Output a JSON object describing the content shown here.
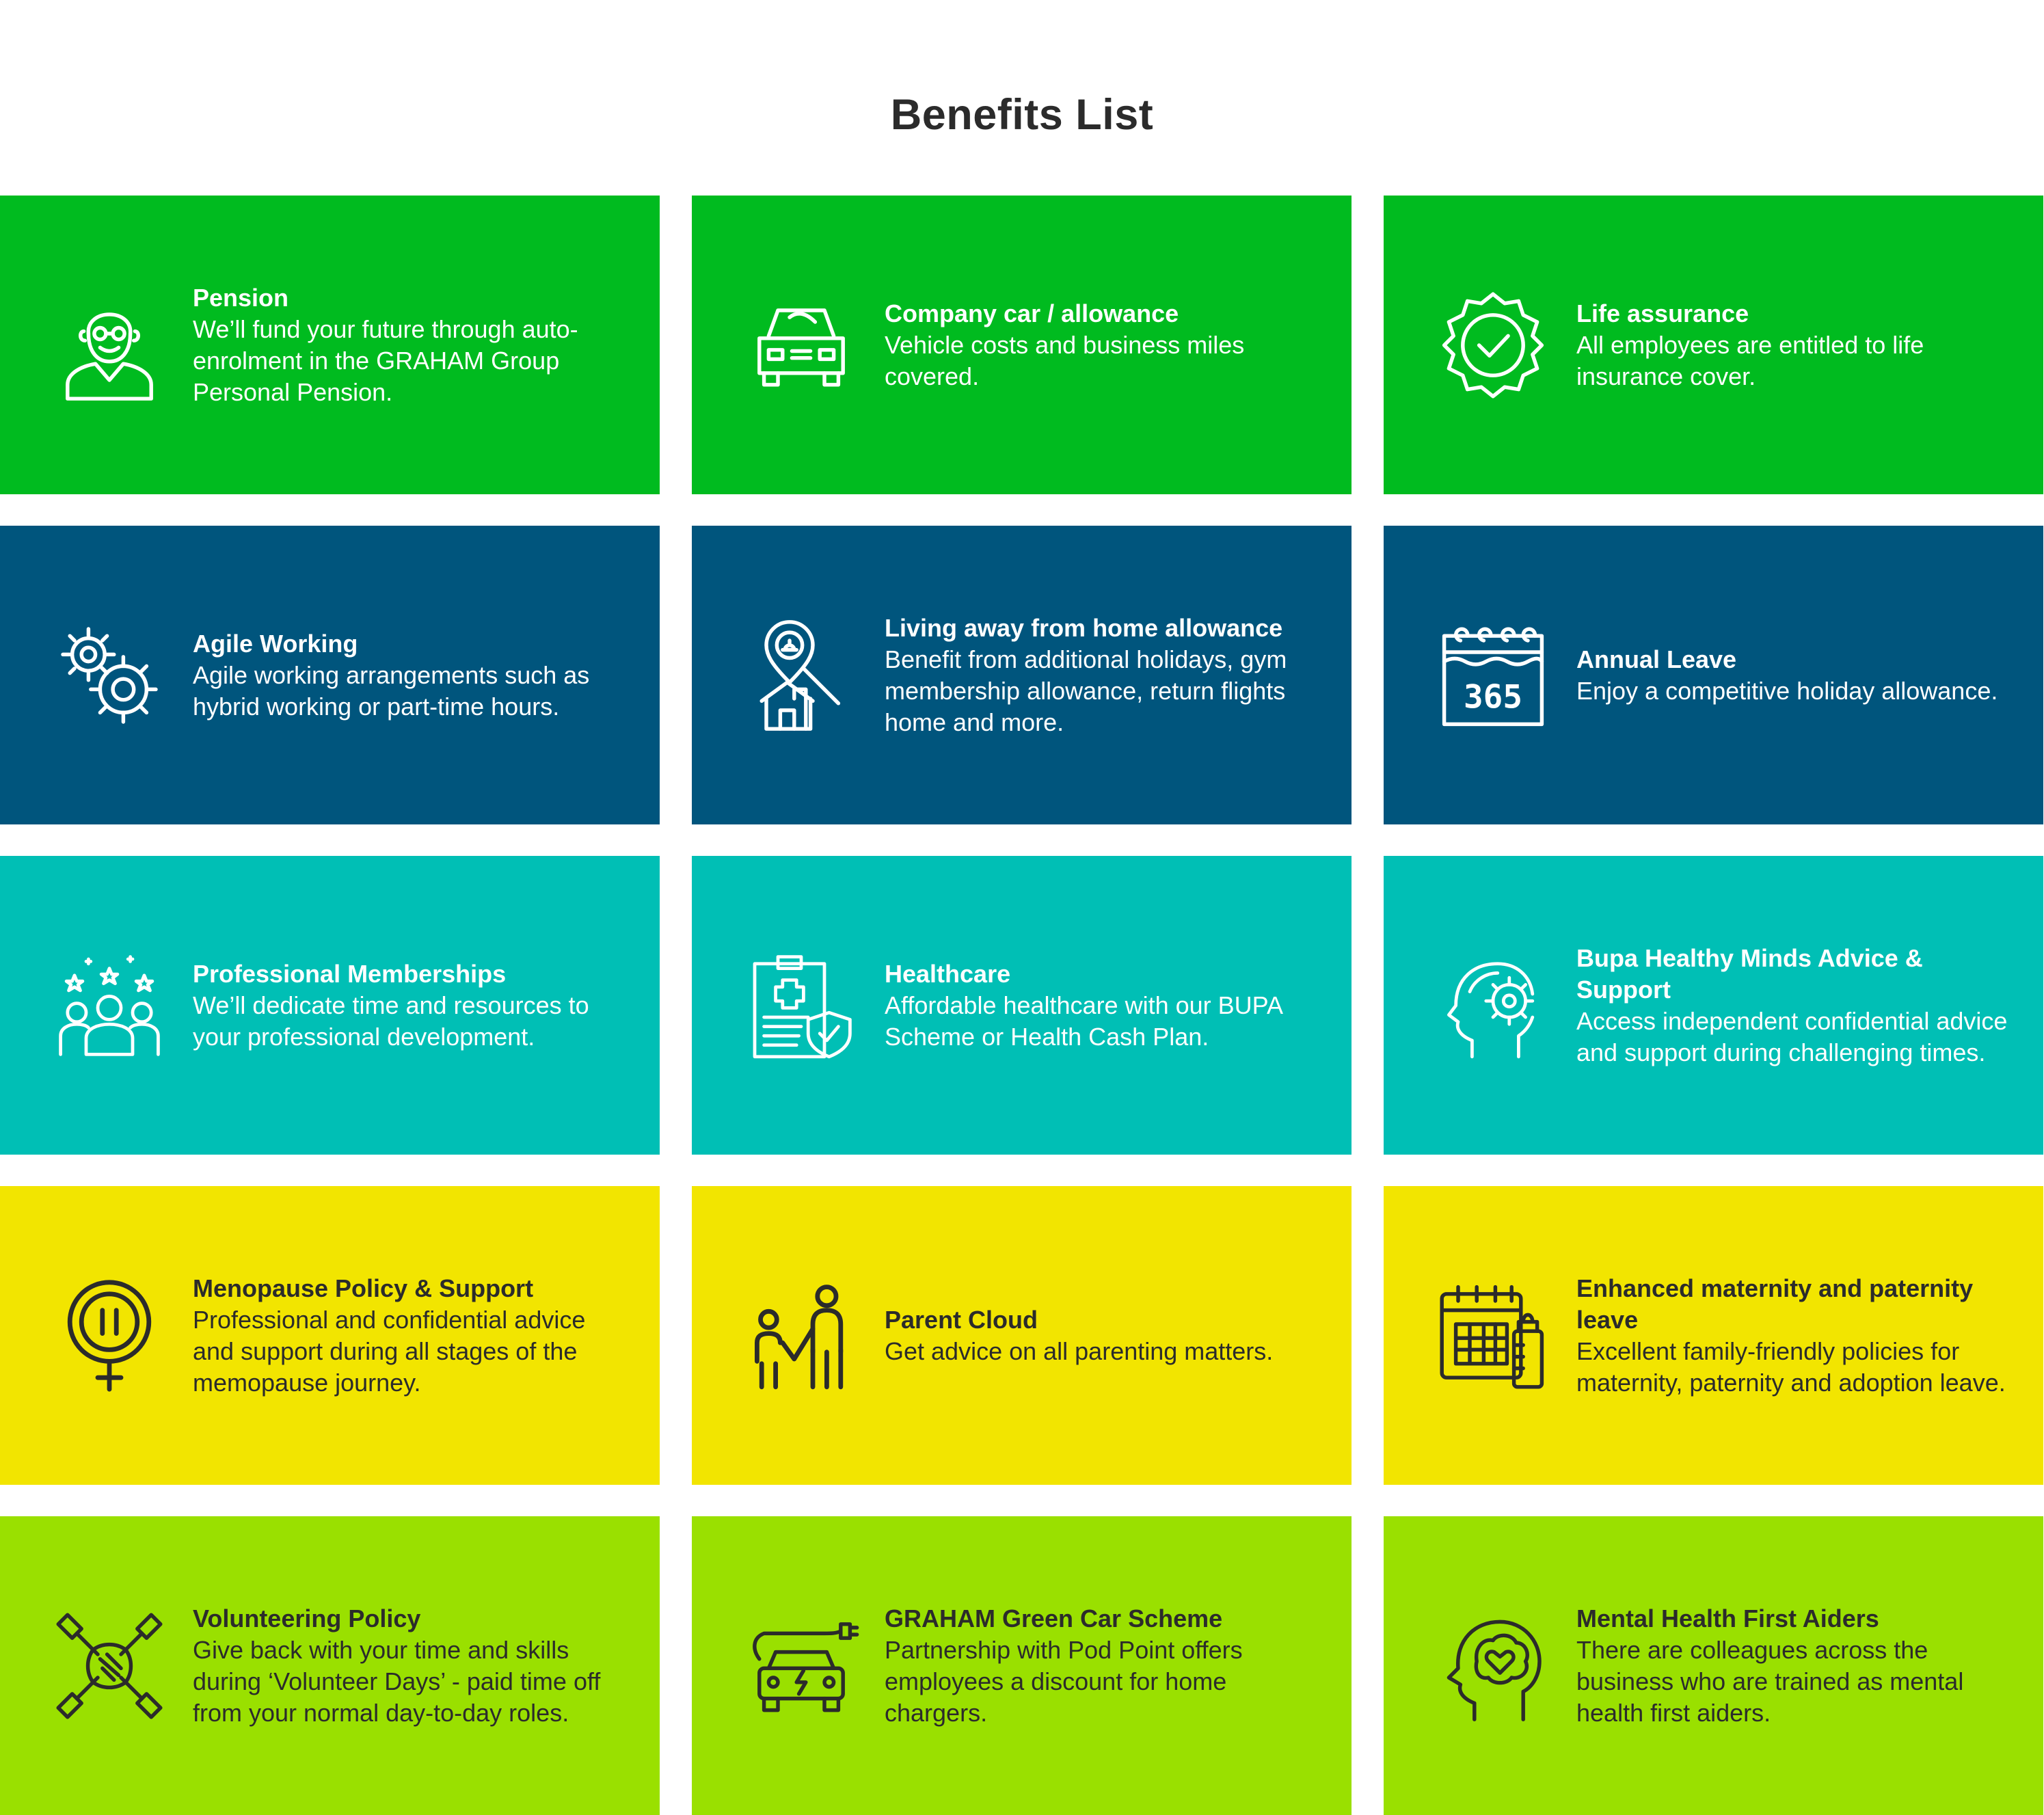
{
  "page": {
    "title": "Benefits List"
  },
  "colors": {
    "green": "#00bb1f",
    "navy": "#00557d",
    "teal": "#00bfb5",
    "yellow": "#f2e500",
    "lime": "#9ae000",
    "light_text": "#ffffff",
    "dark_text": "#2b2b2b"
  },
  "benefits": [
    {
      "icon": "elderly-person-icon",
      "title": "Pension",
      "desc": "We’ll fund your future through auto-enrolment in the GRAHAM Group Personal Pension."
    },
    {
      "icon": "car-icon",
      "title": "Company car / allowance",
      "desc": "Vehicle costs and business miles covered."
    },
    {
      "icon": "badge-check-icon",
      "title": "Life assurance",
      "desc": "All employees are entitled to life insurance cover."
    },
    {
      "icon": "gears-icon",
      "title": "Agile Working",
      "desc": "Agile working arrangements such as hybrid working or part-time hours."
    },
    {
      "icon": "location-house-icon",
      "title": "Living away from home allowance",
      "desc": "Benefit from additional holidays, gym membership allowance, return flights home and more."
    },
    {
      "icon": "calendar-365-icon",
      "title": "Annual Leave",
      "desc": "Enjoy a competitive holiday allowance.",
      "icon_text": "365"
    },
    {
      "icon": "team-stars-icon",
      "title": "Professional Memberships",
      "desc": "We’ll dedicate time and resources to your professional development."
    },
    {
      "icon": "medical-clipboard-shield-icon",
      "title": "Healthcare",
      "desc": "Affordable healthcare with our BUPA Scheme or Health Cash Plan."
    },
    {
      "icon": "head-gear-icon",
      "title": "Bupa Healthy Minds Advice & Support",
      "desc": "Access independent confidential advice and support during challenging times."
    },
    {
      "icon": "female-symbol-pause-icon",
      "title": "Menopause Policy & Support",
      "desc": "Professional and confidential advice and support during all stages of the memopause journey."
    },
    {
      "icon": "parent-child-icon",
      "title": "Parent Cloud",
      "desc": "Get advice on all parenting matters."
    },
    {
      "icon": "calendar-bottle-icon",
      "title": "Enhanced maternity and paternity leave",
      "desc": "Excellent family-friendly policies for maternity, paternity and adoption leave."
    },
    {
      "icon": "joined-hands-icon",
      "title": "Volunteering Policy",
      "desc": "Give back with your time and skills during ‘Volunteer Days’ - paid time off from your normal day-to-day roles."
    },
    {
      "icon": "electric-car-plug-icon",
      "title": "GRAHAM Green Car Scheme",
      "desc": "Partnership with Pod Point offers employees a discount for home chargers."
    },
    {
      "icon": "head-heart-brain-icon",
      "title": "Mental Health First Aiders",
      "desc": "There are colleagues across the business who are trained as mental health first aiders."
    }
  ]
}
